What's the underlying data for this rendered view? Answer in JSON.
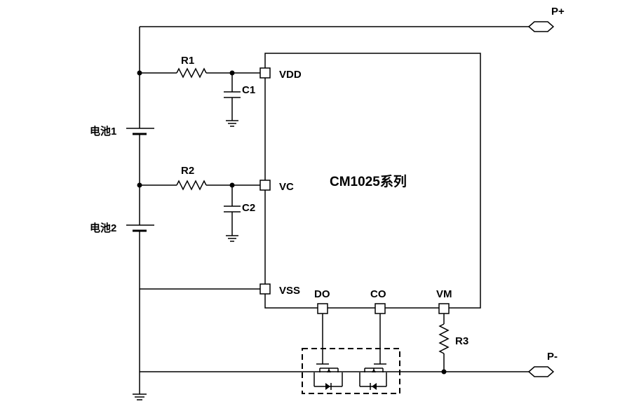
{
  "chip": {
    "name": "CM1025系列"
  },
  "pins": {
    "vdd": "VDD",
    "vc": "VC",
    "vss": "VSS",
    "do": "DO",
    "co": "CO",
    "vm": "VM"
  },
  "components": {
    "r1": "R1",
    "r2": "R2",
    "r3": "R3",
    "c1": "C1",
    "c2": "C2"
  },
  "batteries": {
    "b1": "电池1",
    "b2": "电池2"
  },
  "terminals": {
    "p_plus": "P+",
    "p_minus": "P-"
  }
}
